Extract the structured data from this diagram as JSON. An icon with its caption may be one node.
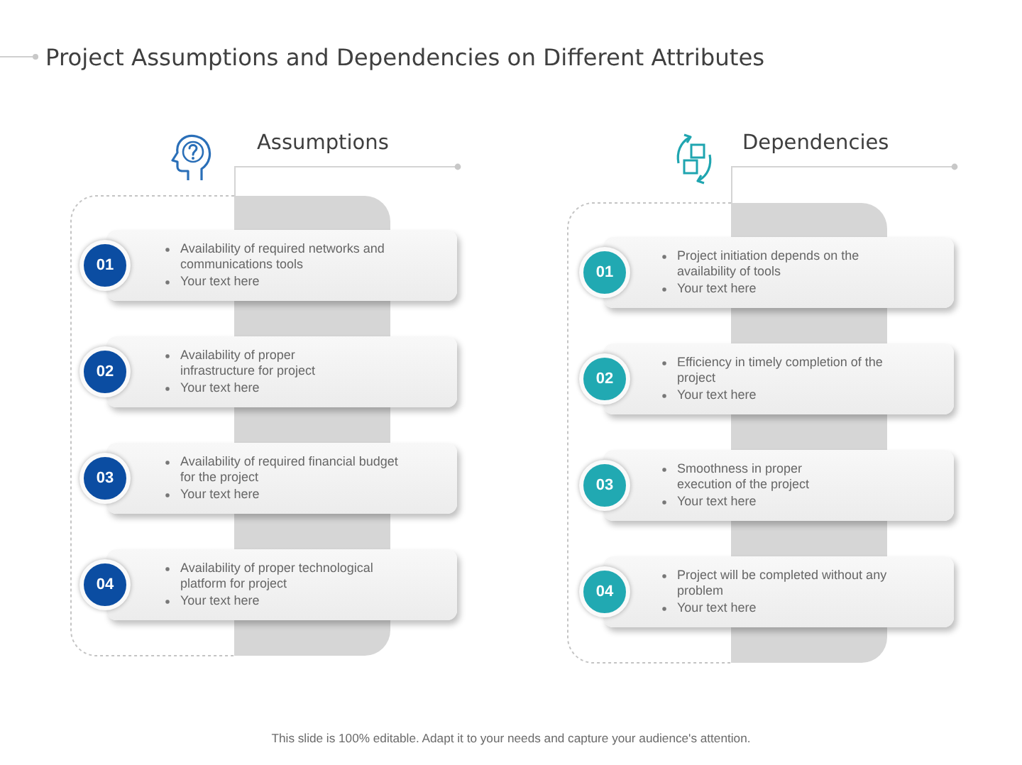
{
  "diagram": {
    "title": "Project Assumptions and Dependencies on Different Attributes",
    "caption": "This slide is 100% editable. Adapt it to your needs and capture your audience's attention.",
    "nodes": [
      {
        "text": [
          "Assumptions"
        ]
      },
      {
        "text": [
          "01"
        ],
        "in": 0
      },
      {
        "text": [
          "Availability of required networks and communications tools",
          "Your text here"
        ],
        "in": 0
      },
      {
        "text": [
          "02"
        ],
        "in": 0
      },
      {
        "text": [
          "Availability of proper infrastructure for project",
          "Your text here"
        ],
        "in": 0
      },
      {
        "text": [
          "03"
        ],
        "in": 0
      },
      {
        "text": [
          "Availability of required financial budget for the project",
          "Your text here"
        ],
        "in": 0
      },
      {
        "text": [
          "04"
        ],
        "in": 0
      },
      {
        "text": [
          "Availability of proper technological platform for project",
          "Your text here"
        ],
        "in": 0
      },
      {
        "text": [
          "Dependencies"
        ]
      },
      {
        "text": [
          "01"
        ],
        "in": 9
      },
      {
        "text": [
          "Project initiation depends on the availability of tools",
          "Your text here"
        ],
        "in": 9
      },
      {
        "text": [
          "02"
        ],
        "in": 9
      },
      {
        "text": [
          "Efficiency in timely completion of the project",
          "Your text here"
        ],
        "in": 9
      },
      {
        "text": [
          "03"
        ],
        "in": 9
      },
      {
        "text": [
          "Smoothness in proper execution of the project",
          "Your text here"
        ],
        "in": 9
      },
      {
        "text": [
          "04"
        ],
        "in": 9
      },
      {
        "text": [
          "Project will be completed without any problem",
          "Your text here"
        ],
        "in": 9
      }
    ]
  }
}
